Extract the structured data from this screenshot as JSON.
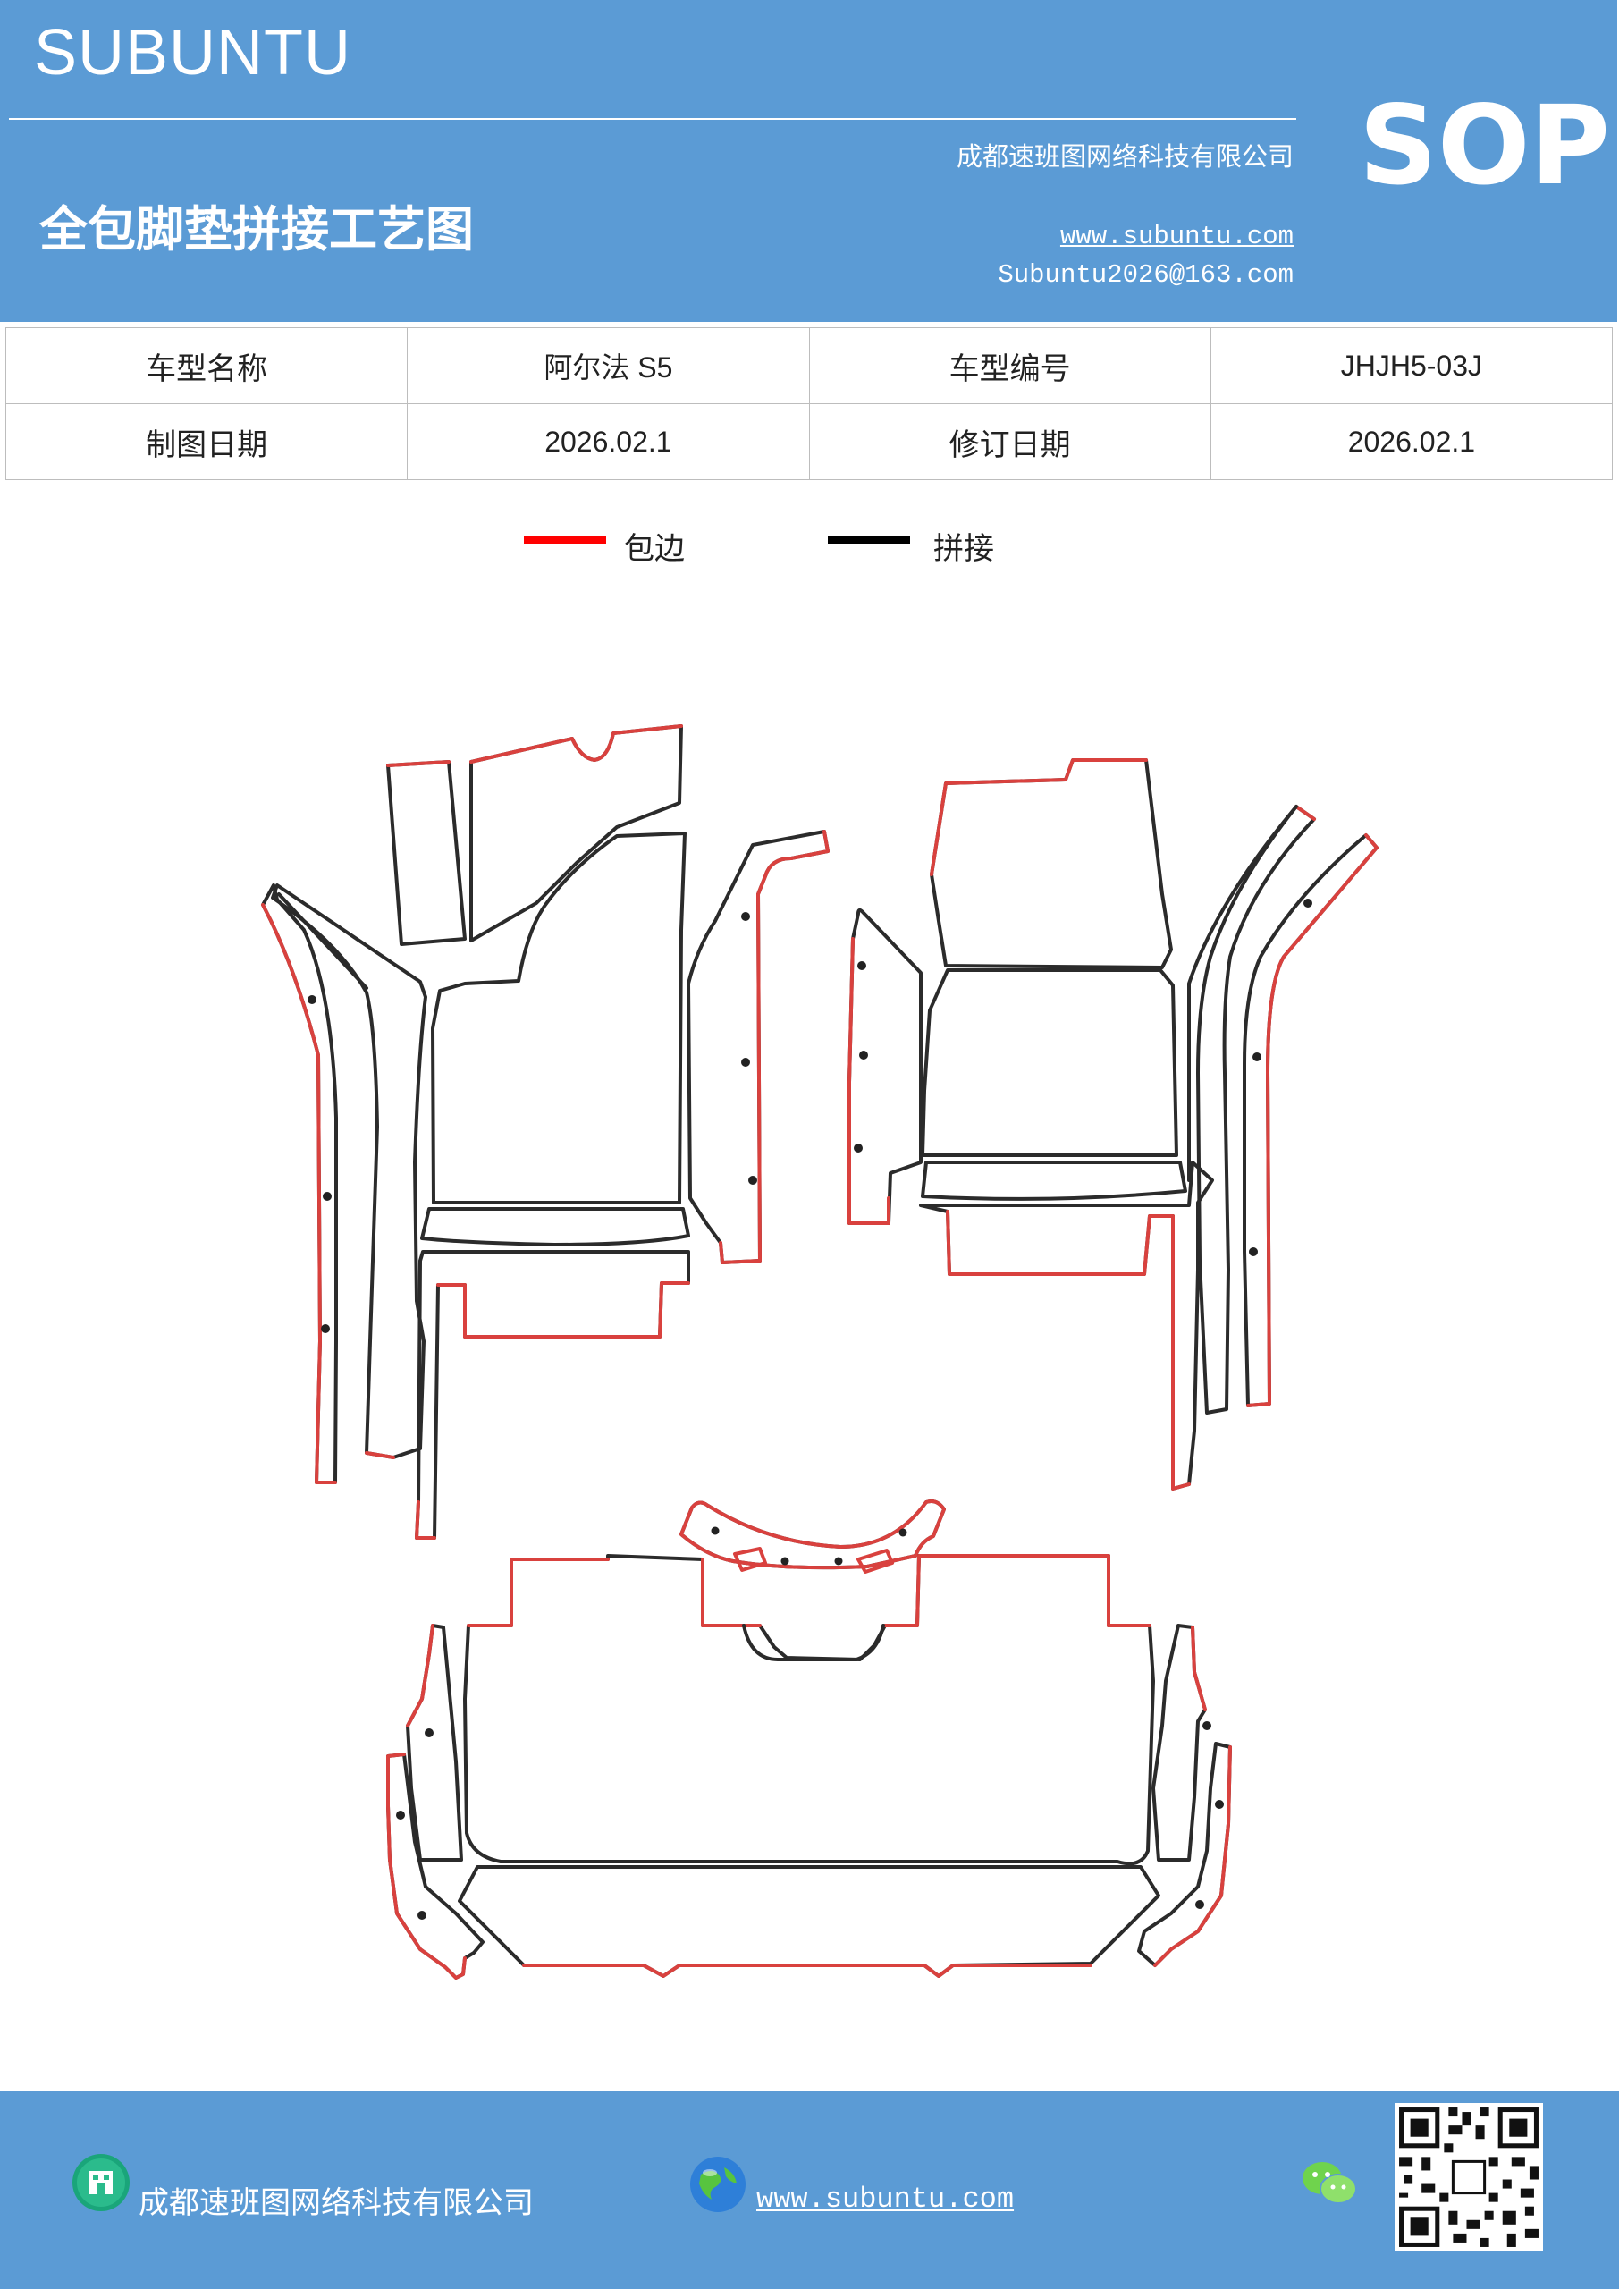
{
  "header": {
    "brand": "SUBUNTU",
    "company": "成都速班图网络科技有限公司",
    "title": "全包脚垫拼接工艺图",
    "website": "www.subuntu.com",
    "email": "Subuntu2026@163.com",
    "badge": "SOP"
  },
  "info": {
    "model_name_label": "车型名称",
    "model_name": "阿尔法 S5",
    "model_code_label": "车型编号",
    "model_code": "JHJH5-03J",
    "draw_date_label": "制图日期",
    "draw_date": "2026.02.1",
    "revise_date_label": "修订日期",
    "revise_date": "2026.02.1"
  },
  "legend": {
    "edge_label": "包边",
    "edge_color": "#ff0000",
    "seam_label": "拼接",
    "seam_color": "#000000"
  },
  "colors": {
    "brand_blue": "#5b9bd5",
    "outline_red": "#d9413e",
    "outline_dark": "#2b2b2b"
  },
  "footer": {
    "company": "成都速班图网络科技有限公司",
    "website": "www.subuntu.com",
    "icons": [
      "building-icon",
      "globe-icon",
      "wechat-icon",
      "qr-code"
    ]
  }
}
